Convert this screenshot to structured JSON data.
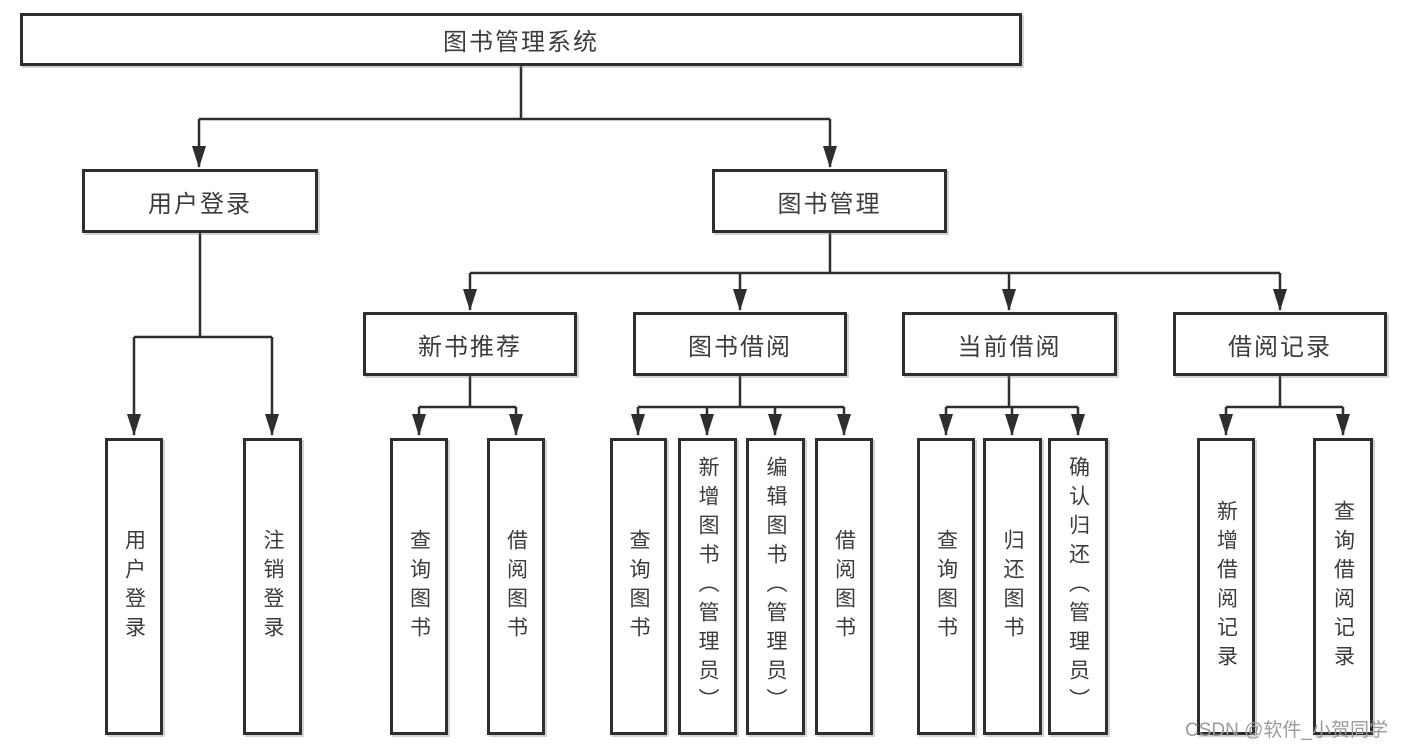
{
  "tree": {
    "root": {
      "label": "图书管理系统"
    },
    "branches": [
      {
        "label": "用户登录",
        "leaves": [
          {
            "label": "用户登录"
          },
          {
            "label": "注销登录"
          }
        ]
      },
      {
        "label": "图书管理",
        "sections": [
          {
            "label": "新书推荐",
            "leaves": [
              {
                "label": "查询图书"
              },
              {
                "label": "借阅图书"
              }
            ]
          },
          {
            "label": "图书借阅",
            "leaves": [
              {
                "label": "查询图书"
              },
              {
                "label": "新增图书（管理员）"
              },
              {
                "label": "编辑图书（管理员）"
              },
              {
                "label": "借阅图书"
              }
            ]
          },
          {
            "label": "当前借阅",
            "leaves": [
              {
                "label": "查询图书"
              },
              {
                "label": "归还图书"
              },
              {
                "label": "确认归还（管理员）"
              }
            ]
          },
          {
            "label": "借阅记录",
            "leaves": [
              {
                "label": "新增借阅记录"
              },
              {
                "label": "查询借阅记录"
              }
            ]
          }
        ]
      }
    ]
  },
  "watermark": {
    "text": "CSDN @软件_小贺同学"
  },
  "colors": {
    "line": "#2e2e2e",
    "text": "#3c3c40",
    "watermark": "#9b9b9b",
    "background": "#ffffff"
  }
}
